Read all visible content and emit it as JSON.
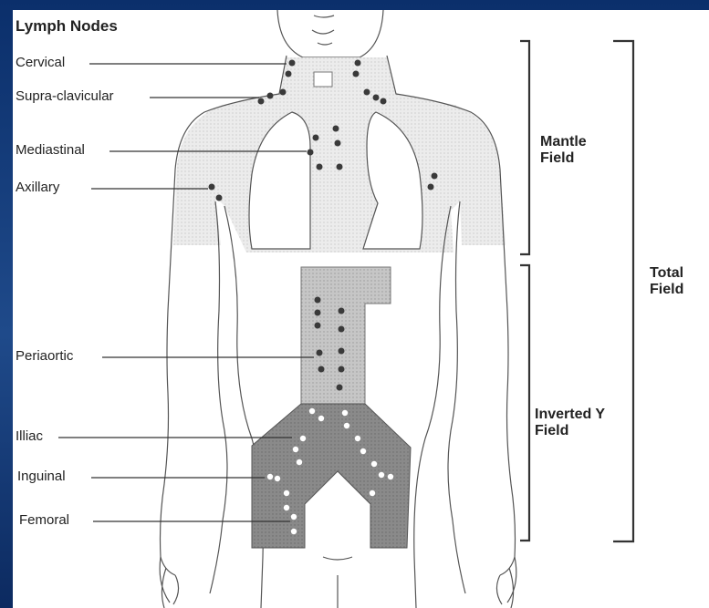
{
  "diagram": {
    "heading": "Lymph Nodes",
    "node_labels": {
      "cervical": "Cervical",
      "supraclavicular": "Supra-clavicular",
      "mediastinal": "Mediastinal",
      "axillary": "Axillary",
      "periaortic": "Periaortic",
      "illiac": "Illiac",
      "inguinal": "Inguinal",
      "femoral": "Femoral"
    },
    "fields": {
      "mantle": [
        "Mantle",
        "Field"
      ],
      "total": [
        "Total",
        "Field"
      ],
      "inverted_y": [
        "Inverted Y",
        "Field"
      ]
    },
    "colors": {
      "background": "#1f4a8a",
      "mantle_fill": "#ececec",
      "periaortic_fill": "#c9c9c9",
      "pelvic_fill": "#8a8a8a",
      "node_dark": "#3a3a3a",
      "node_light": "#ffffff"
    }
  }
}
